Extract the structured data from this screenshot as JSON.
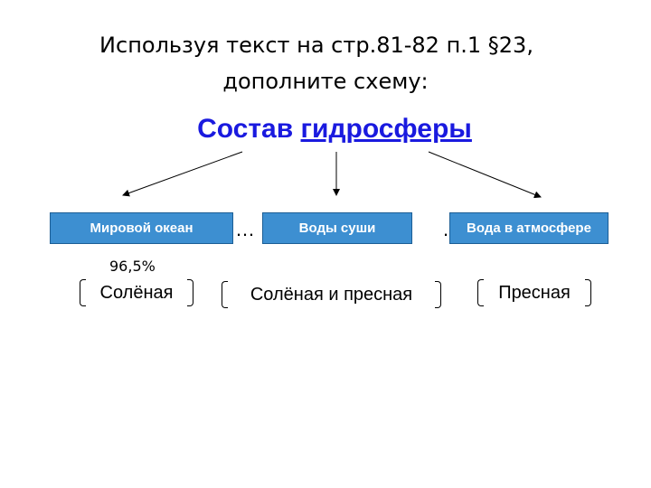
{
  "heading": {
    "line1": "Используя текст на стр.81-82 п.1 §23,",
    "line2": "дополните  схему:"
  },
  "title": {
    "prefix": "Состав ",
    "underlined": "гидросферы"
  },
  "boxes": [
    {
      "label": "Мировой океан"
    },
    {
      "label": "Воды суши"
    },
    {
      "label": "Вода в атмосфере"
    }
  ],
  "ellipsis_1": "…",
  "ellipsis_2": ".",
  "ocean_percent": "96,5%",
  "brackets": [
    {
      "label": "Солёная"
    },
    {
      "label": "Солёная и пресная"
    },
    {
      "label": "Пресная"
    }
  ],
  "colors": {
    "title": "#1a1adf",
    "box_fill": "#3d8fd1",
    "box_border": "#1c5e95"
  }
}
